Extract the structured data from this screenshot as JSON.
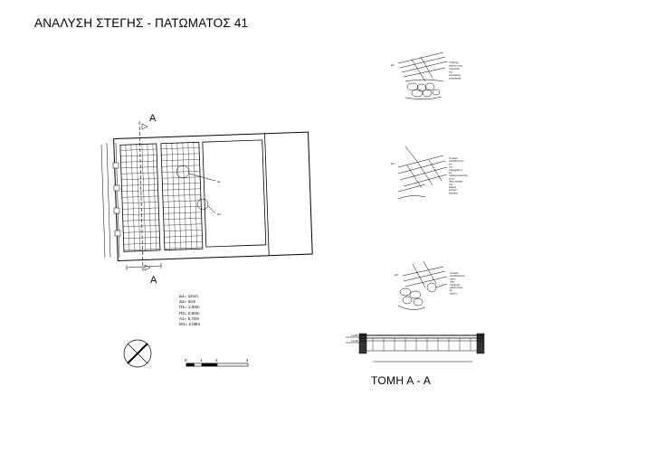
{
  "title": "ΑΝΑΛΥΣΗ ΣΤΕΓΗΣ - ΠΑΤΩΜΑΤΟΣ 41",
  "section_marker_top": "Α",
  "section_marker_bottom": "Α",
  "parameters": [
    "Δ1= 12cm",
    "Δ2= 4cm",
    "Π1= 1,00m",
    "Π2= 0,90m",
    "Α1= 6,70m",
    "Μ1= 2,08m"
  ],
  "scale_bar": {
    "labels": [
      "0",
      "1",
      "2",
      "4"
    ]
  },
  "details": [
    {
      "id": "Δ1",
      "note_lines": [
        "Υποδοχή",
        "τεγίδων στην",
        "τοιχοποιία",
        "της",
        "εσωτερικής",
        "κατασκευής"
      ]
    },
    {
      "id": "Δ2",
      "note_lines": [
        "Οι δοκοί",
        "τοποθετούνται",
        "επί",
        "των",
        "στηριγμάτων",
        "και",
        "σταθεροποιούνται",
        "με τα",
        "πάνω καρφιά",
        "στις",
        "δοκούς",
        "ξύλινου",
        "δαπέδου"
      ]
    },
    {
      "id": "Δ3",
      "note_lines": [
        "Οι δοκοί",
        "τοποθετούνται",
        "πάνω",
        "στην",
        "πέτρα και",
        "καλύπτονται",
        "με",
        "λάσπη"
      ]
    }
  ],
  "section_title": "ΤΟΜΗ Α - Α"
}
